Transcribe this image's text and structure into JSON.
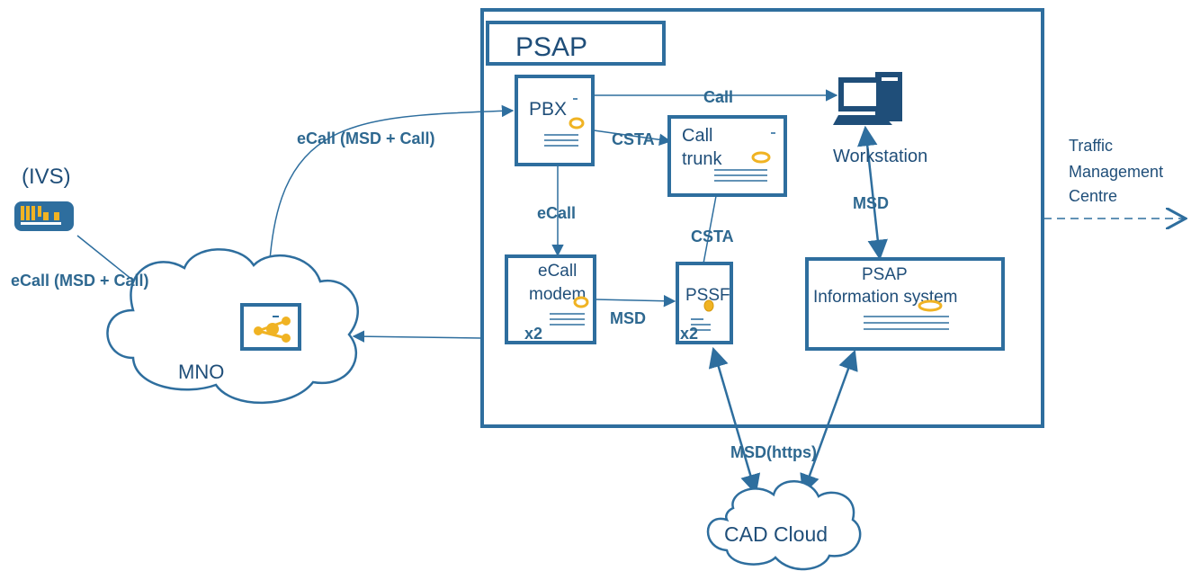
{
  "psap": {
    "title": "PSAP"
  },
  "nodes": {
    "pbx": "PBX",
    "call_trunk_line1": "Call",
    "call_trunk_line2": "trunk",
    "workstation": "Workstation",
    "ecall_modem_line1": "eCall",
    "ecall_modem_line2": "modem",
    "ecall_modem_count": "x2",
    "pssf": "PSSF",
    "pssf_count": "x2",
    "psap_info_line1": "PSAP",
    "psap_info_line2": "Information system",
    "ivs": "(IVS)",
    "mno": "MNO",
    "cad_cloud": "CAD Cloud",
    "tmc_line1": "Traffic",
    "tmc_line2": "Management",
    "tmc_line3": "Centre"
  },
  "edges": {
    "pbx_workstation": "Call",
    "pbx_trunk": "CSTA",
    "pbx_modem": "eCall",
    "trunk_pssf": "CSTA",
    "modem_pssf": "MSD",
    "workstation_info": "MSD",
    "mno_pbx": "eCall (MSD + Call)",
    "ivs_mno": "eCall (MSD + Call)",
    "cad_link": "MSD(https)"
  },
  "colors": {
    "line": "#2e6e9e",
    "label": "#2e6890",
    "accent": "#f0b323"
  },
  "icons": [
    "computer-icon",
    "ivs-device-icon",
    "mno-network-icon"
  ]
}
